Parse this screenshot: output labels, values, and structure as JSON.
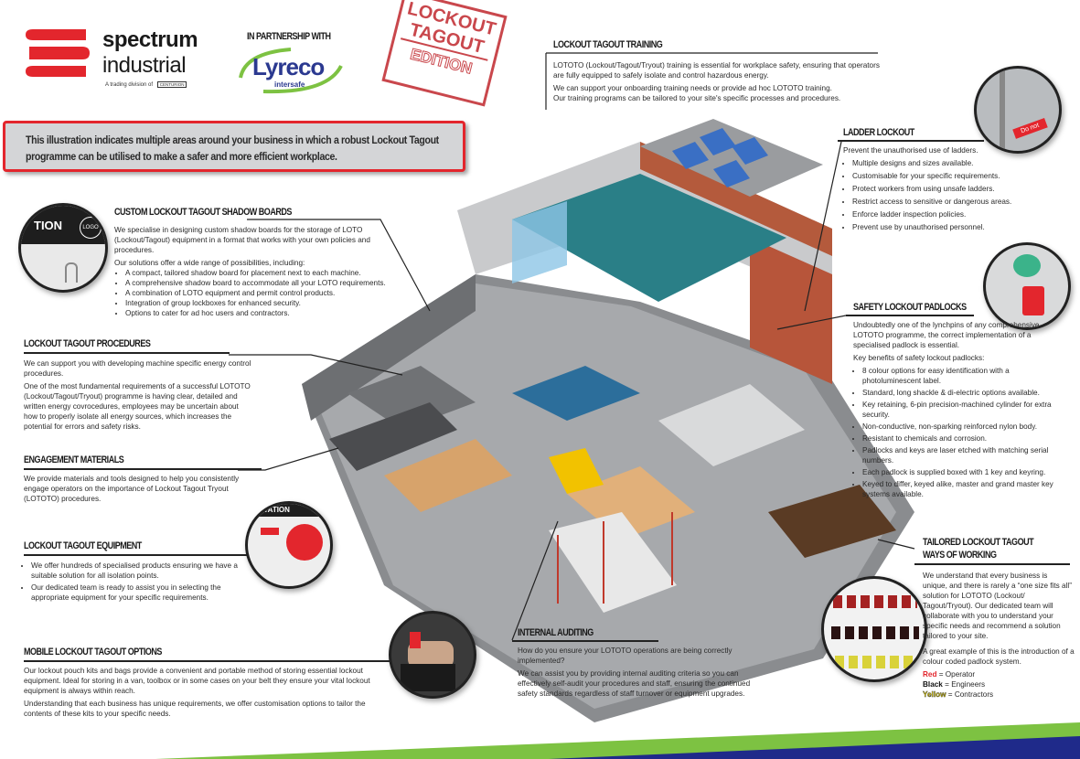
{
  "brand": {
    "name_line1": "spectrum",
    "name_line2": "industrial",
    "tagline": "A trading division of",
    "parent": "CENTURION",
    "partner_label": "IN PARTNERSHIP WITH",
    "partner_name": "Lyreco",
    "partner_sub": "intersafe",
    "stamp": [
      "LOCKOUT",
      "TAGOUT",
      "EDITION"
    ],
    "red": "#e3262d"
  },
  "banner": {
    "text": "This illustration indicates multiple areas around your business in which a robust Lockout Tagout programme can be utilised to make a safer and more efficient workplace."
  },
  "training": {
    "title": "LOCKOUT TAGOUT TRAINING",
    "paragraphs": [
      "LOTOTO (Lockout/Tagout/Tryout) training is essential for workplace safety, ensuring that operators are fully equipped to safely isolate and control hazardous energy.",
      "We can support your onboarding training needs or provide ad hoc LOTOTO training.",
      "Our training programs can be tailored to your site's specific processes and procedures."
    ]
  },
  "shadow_boards": {
    "title": "CUSTOM LOCKOUT TAGOUT SHADOW BOARDS",
    "paragraphs": [
      "We specialise in designing custom shadow boards for the storage of LOTO (Lockout/Tagout) equipment in a format that works with your own policies and procedures.",
      "Our solutions offer a wide range of possibilities, including:"
    ],
    "bullets": [
      "A compact, tailored shadow board for placement next to each machine.",
      "A comprehensive shadow board to accommodate all your LOTO requirements.",
      "A combination of LOTO equipment and permit control products.",
      "Integration of group lockboxes for enhanced security.",
      "Options to cater for ad hoc users and contractors."
    ],
    "photo_text": "TION",
    "photo_logo": "LOGO"
  },
  "procedures": {
    "title": "LOCKOUT TAGOUT PROCEDURES",
    "paragraphs": [
      "We can support you with developing machine specific energy control procedures.",
      "One of the most fundamental requirements of a successful LOTOTO (Lockout/Tagout/Tryout) programme is having clear, detailed and written energy covrocedures, employees may be uncertain about how to properly isolate all energy sources, which increases the potential for errors and safety risks."
    ]
  },
  "engagement": {
    "title": "ENGAGEMENT MATERIALS",
    "paragraphs": [
      "We provide materials and tools designed to help you consistently engage operators on the importance of Lockout Tagout Tryout (LOTOTO) procedures."
    ]
  },
  "equipment": {
    "title": "LOCKOUT TAGOUT EQUIPMENT",
    "bullets": [
      "We offer hundreds of specialised products ensuring we have a suitable solution for all isolation points.",
      "Our dedicated team is ready to assist you in selecting the appropriate equipment for your specific requirements."
    ],
    "photo_text": "STATION"
  },
  "mobile": {
    "title": "MOBILE LOCKOUT TAGOUT OPTIONS",
    "paragraphs": [
      "Our lockout pouch kits and bags provide a convenient and portable method of storing essential lockout equipment. Ideal for storing in a van, toolbox or in some cases on your belt they ensure your vital lockout equipment is always within reach.",
      "Understanding that each business has unique requirements, we offer customisation options to tailor the contents of these kits to your specific needs."
    ]
  },
  "auditing": {
    "title": "INTERNAL AUDITING",
    "paragraphs": [
      "How do you ensure your LOTOTO operations are being correctly implemented?",
      "We can assist you by providing internal auditing criteria so you can effectively self-audit your procedures and staff, ensuring the continued safety standards regardless of staff turnover or equipment upgrades."
    ]
  },
  "ladder": {
    "title": "LADDER LOCKOUT",
    "intro": "Prevent the unauthorised use of ladders.",
    "bullets": [
      "Multiple designs and sizes available.",
      "Customisable for your specific requirements.",
      "Protect workers from using unsafe ladders.",
      "Restrict access to sensitive or dangerous areas.",
      "Enforce ladder inspection policies.",
      "Prevent use by unauthorised personnel."
    ],
    "photo_tag": "Do not"
  },
  "padlocks": {
    "title": "SAFETY LOCKOUT PADLOCKS",
    "paragraphs": [
      "Undoubtedly one of the lynchpins of any comprehensive LOTOTO programme, the correct implementation of a specialised padlock is essential.",
      "Key benefits of safety lockout padlocks:"
    ],
    "bullets": [
      "8 colour options for easy identification with a photoluminescent label.",
      "Standard, long shackle & di-electric options available.",
      "Key retaining, 6-pin precision-machined cylinder for extra security.",
      "Non-conductive, non-sparking reinforced nylon body.",
      "Resistant to chemicals and corrosion.",
      "Padlocks and keys are laser etched with matching serial numbers.",
      "Each padlock is supplied boxed with 1 key and keyring.",
      "Keyed to differ, keyed alike, master and grand master key systems available."
    ]
  },
  "tailored": {
    "title_line1": "TAILORED LOCKOUT TAGOUT",
    "title_line2": "WAYS OF WORKING",
    "paragraphs": [
      "We understand that every business is unique, and there is rarely a “one size fits all” solution for LOTOTO (Lockout/ Tagout/Tryout). Our dedicated team will collaborate with you to understand your specific  needs and recommend a solution tailored to your site.",
      "A great example of this is the introduction of a colour coded padlock system."
    ],
    "legend": [
      {
        "color_name": "Red",
        "role": "= Operator",
        "hex": "#e3262d"
      },
      {
        "color_name": "Black",
        "role": "= Engineers",
        "hex": "#111111"
      },
      {
        "color_name": "Yellow",
        "role": "= Contractors",
        "hex": "#e8d400"
      }
    ]
  },
  "footer": {
    "green": "#7dc242",
    "blue": "#1f2a8a"
  }
}
